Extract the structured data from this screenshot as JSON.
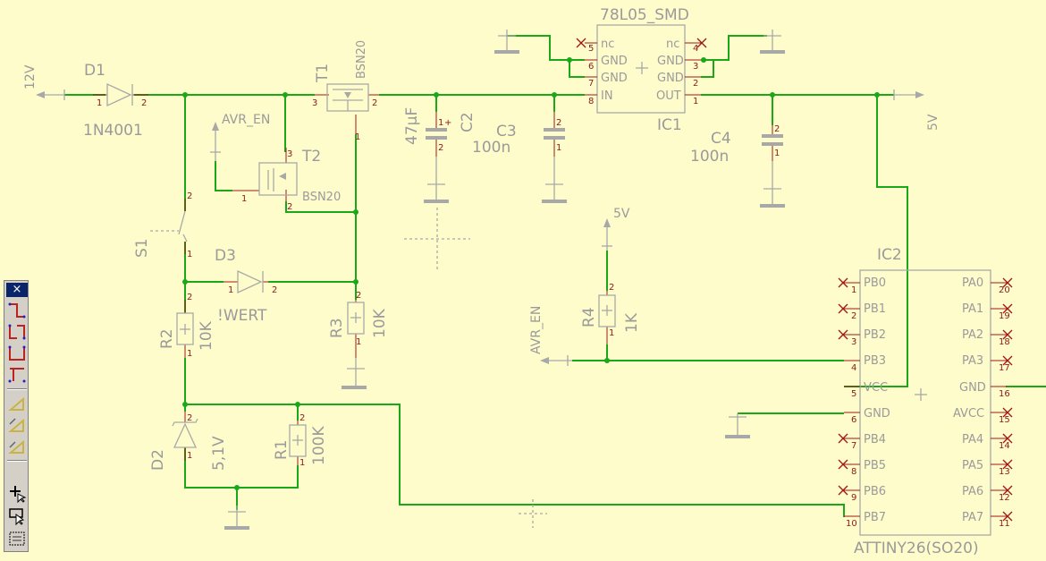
{
  "components": {
    "d1": {
      "name": "D1",
      "value": "1N4001",
      "pins": [
        "1",
        "2"
      ]
    },
    "t1": {
      "name": "T1",
      "value": "BSN20",
      "pins": [
        "3",
        "2",
        "1"
      ]
    },
    "c2": {
      "name": "C2",
      "value": "47µF",
      "pins": [
        "1",
        "2",
        "+"
      ]
    },
    "c3": {
      "name": "C3",
      "value": "100n",
      "pins": [
        "2",
        "1"
      ]
    },
    "ic1": {
      "name": "IC1",
      "value": "78L05_SMD",
      "left_pins": [
        {
          "num": "5",
          "label": "nc"
        },
        {
          "num": "6",
          "label": "GND"
        },
        {
          "num": "7",
          "label": "GND"
        },
        {
          "num": "8",
          "label": "IN"
        }
      ],
      "right_pins": [
        {
          "num": "4",
          "label": "nc"
        },
        {
          "num": "3",
          "label": "GND"
        },
        {
          "num": "2",
          "label": "GND"
        },
        {
          "num": "1",
          "label": "OUT"
        }
      ]
    },
    "c4": {
      "name": "C4",
      "value": "100n",
      "pins": [
        "2",
        "1"
      ]
    },
    "t2": {
      "name": "T2",
      "value": "BSN20",
      "pins": [
        "3",
        "1",
        "2"
      ]
    },
    "s1": {
      "name": "S1",
      "pins": [
        "2",
        "1"
      ]
    },
    "d3": {
      "name": "D3",
      "value": "!WERT",
      "pins": [
        "1",
        "2"
      ]
    },
    "r2": {
      "name": "R2",
      "value": "10K",
      "pins": [
        "2",
        "1"
      ]
    },
    "r3": {
      "name": "R3",
      "value": "10K",
      "pins": [
        "2",
        "1"
      ]
    },
    "d2": {
      "name": "D2",
      "value": "5,1V",
      "pins": [
        "2",
        "1"
      ]
    },
    "r1": {
      "name": "R1",
      "value": "100K",
      "pins": [
        "2",
        "1"
      ]
    },
    "r4": {
      "name": "R4",
      "value": "1K",
      "pins": [
        "2",
        "1"
      ]
    },
    "ic2": {
      "name": "IC2",
      "value": "ATTINY26(SO20)",
      "left_pins": [
        {
          "num": "1",
          "label": "PB0"
        },
        {
          "num": "2",
          "label": "PB1"
        },
        {
          "num": "3",
          "label": "PB2"
        },
        {
          "num": "4",
          "label": "PB3"
        },
        {
          "num": "5",
          "label": "VCC"
        },
        {
          "num": "6",
          "label": "GND"
        },
        {
          "num": "7",
          "label": "PB4"
        },
        {
          "num": "8",
          "label": "PB5"
        },
        {
          "num": "9",
          "label": "PB6"
        },
        {
          "num": "10",
          "label": "PB7"
        }
      ],
      "right_pins": [
        {
          "num": "20",
          "label": "PA0"
        },
        {
          "num": "19",
          "label": "PA1"
        },
        {
          "num": "18",
          "label": "PA2"
        },
        {
          "num": "17",
          "label": "PA3"
        },
        {
          "num": "16",
          "label": "GND"
        },
        {
          "num": "15",
          "label": "AVCC"
        },
        {
          "num": "14",
          "label": "PA4"
        },
        {
          "num": "13",
          "label": "PA5"
        },
        {
          "num": "12",
          "label": "PA6"
        },
        {
          "num": "11",
          "label": "PA7"
        }
      ]
    }
  },
  "supplies": {
    "v12": "12V",
    "v5_out": "5V",
    "v5_r4": "5V",
    "avr_en_t2": "AVR_EN",
    "avr_en_r4": "AVR_EN"
  },
  "toolbar": {
    "close_label": "×",
    "tools": [
      "wire-tool-icon",
      "net-tool-icon",
      "bus-tool-icon",
      "junction-tool-icon",
      "label-tool-icon",
      "name-tool-icon",
      "add-tool-icon",
      "move-tool-icon",
      "select-tool-icon"
    ]
  }
}
